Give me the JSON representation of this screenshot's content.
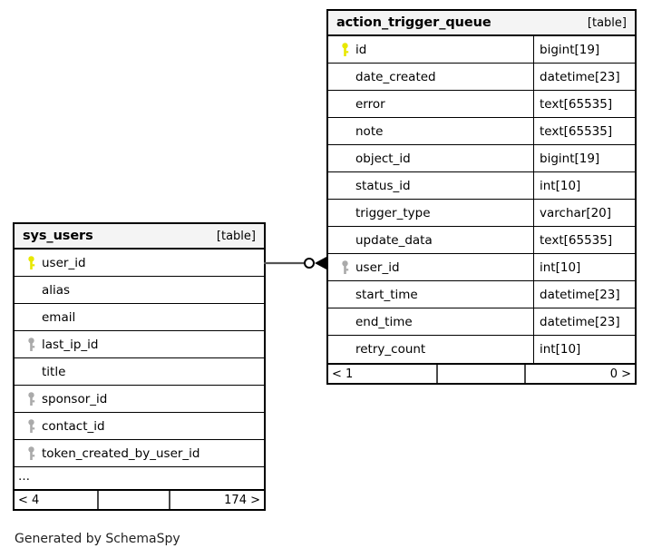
{
  "diagram": {
    "generator_caption": "Generated by SchemaSpy",
    "table_tag": "[table]"
  },
  "tables": [
    {
      "id": "sys_users",
      "name": "sys_users",
      "tag": "[table]",
      "show_type_column": false,
      "columns": [
        {
          "name": "user_id",
          "type": "",
          "key": "primary"
        },
        {
          "name": "alias",
          "type": "",
          "key": "none"
        },
        {
          "name": "email",
          "type": "",
          "key": "none"
        },
        {
          "name": "last_ip_id",
          "type": "",
          "key": "foreign"
        },
        {
          "name": "title",
          "type": "",
          "key": "none"
        },
        {
          "name": "sponsor_id",
          "type": "",
          "key": "foreign"
        },
        {
          "name": "contact_id",
          "type": "",
          "key": "foreign"
        },
        {
          "name": "token_created_by_user_id",
          "type": "",
          "key": "foreign"
        }
      ],
      "more_indicator": "…",
      "footer": {
        "left": "< 4",
        "middle": "",
        "right": "174 >"
      }
    },
    {
      "id": "action_trigger_queue",
      "name": "action_trigger_queue",
      "tag": "[table]",
      "show_type_column": true,
      "columns": [
        {
          "name": "id",
          "type": "bigint[19]",
          "key": "primary"
        },
        {
          "name": "date_created",
          "type": "datetime[23]",
          "key": "none"
        },
        {
          "name": "error",
          "type": "text[65535]",
          "key": "none"
        },
        {
          "name": "note",
          "type": "text[65535]",
          "key": "none"
        },
        {
          "name": "object_id",
          "type": "bigint[19]",
          "key": "none"
        },
        {
          "name": "status_id",
          "type": "int[10]",
          "key": "none"
        },
        {
          "name": "trigger_type",
          "type": "varchar[20]",
          "key": "none"
        },
        {
          "name": "update_data",
          "type": "text[65535]",
          "key": "none"
        },
        {
          "name": "user_id",
          "type": "int[10]",
          "key": "foreign"
        },
        {
          "name": "start_time",
          "type": "datetime[23]",
          "key": "none"
        },
        {
          "name": "end_time",
          "type": "datetime[23]",
          "key": "none"
        },
        {
          "name": "retry_count",
          "type": "int[10]",
          "key": "none"
        }
      ],
      "more_indicator": null,
      "footer": {
        "left": "< 1",
        "middle": "",
        "right": "0 >"
      }
    }
  ],
  "relationships": [
    {
      "from_table": "sys_users",
      "from_column": "user_id",
      "to_table": "action_trigger_queue",
      "to_column": "user_id",
      "from_cardinality": "one",
      "to_cardinality": "zero-or-many"
    }
  ],
  "colors": {
    "primary_key": "#e8e800",
    "foreign_key": "#aaaaaa",
    "border": "#000000",
    "header_bg": "#f4f4f4",
    "background": "#ffffff",
    "caption_text": "#222222"
  }
}
